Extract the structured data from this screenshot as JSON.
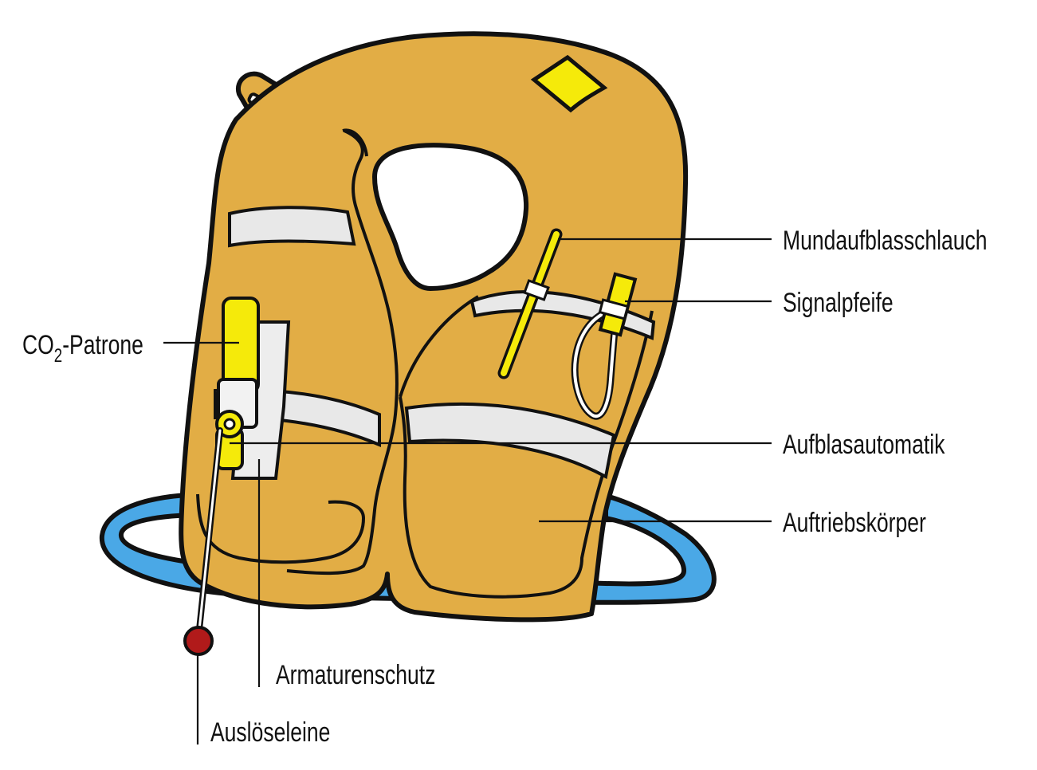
{
  "labels": {
    "co2": {
      "prefix": "CO",
      "sub": "2",
      "suffix": "-Patrone"
    },
    "mundaufblasschlauch": "Mundaufblasschlauch",
    "signalpfeife": "Signalpfeife",
    "aufblasautomatik": "Aufblasautomatik",
    "auftriebskoerper": "Auftriebskörper",
    "armaturenschutz": "Armaturenschutz",
    "ausloeseleine": "Auslöseleine"
  },
  "colors": {
    "vest": "#e2ad45",
    "strap": "#4aa8e6",
    "band": "#e8e8e8",
    "cartridge": "#f5ea0a",
    "reflector": "#f5ea0a",
    "handle": "#b11a1a",
    "outline": "#111111"
  }
}
